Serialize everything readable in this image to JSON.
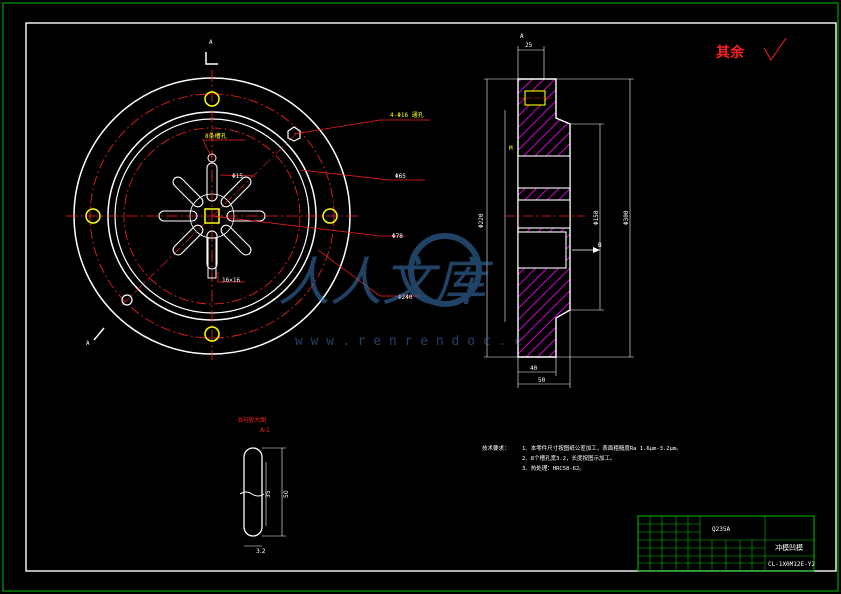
{
  "title_block": {
    "material": "Q235A",
    "part_name": "冲模凹模",
    "drawing_no": "CL-1X0M12E-Y2"
  },
  "roughness": {
    "label": "其余"
  },
  "section_marks": {
    "a_top": "A",
    "a_bottom": "A",
    "b_right": "B"
  },
  "front_view": {
    "label_holes": "4-Φ16 通孔",
    "label_slot": "8条槽孔",
    "label_d15": "Φ15",
    "label_d65": "Φ65",
    "label_d78": "Φ78",
    "label_d240": "Φ240",
    "label_keyway": "16×16"
  },
  "side_view": {
    "label_25": "25",
    "label_a": "A",
    "label_40": "40",
    "label_50": "50",
    "label_220": "Φ220",
    "label_150": "Φ150",
    "label_300": "Φ300",
    "label_b": "B",
    "label_m": "M"
  },
  "detail_view": {
    "title": "B向放大图",
    "subtitle": "A-1",
    "dim_35": "35",
    "dim_50": "50",
    "dim_3": "3.2"
  },
  "tech_notes": {
    "heading": "技术要求：",
    "note1": "1、本零件尺寸按图纸公差加工，表面粗糙度Ra 1.6μm-3.2μm。",
    "note2": "2、8个槽孔宽3.2，长度按图示加工。",
    "note3": "3、热处理：HRC58-62。"
  },
  "watermark": {
    "main": "人人文库",
    "url": "w w w . r e n r e n d o c . c"
  }
}
